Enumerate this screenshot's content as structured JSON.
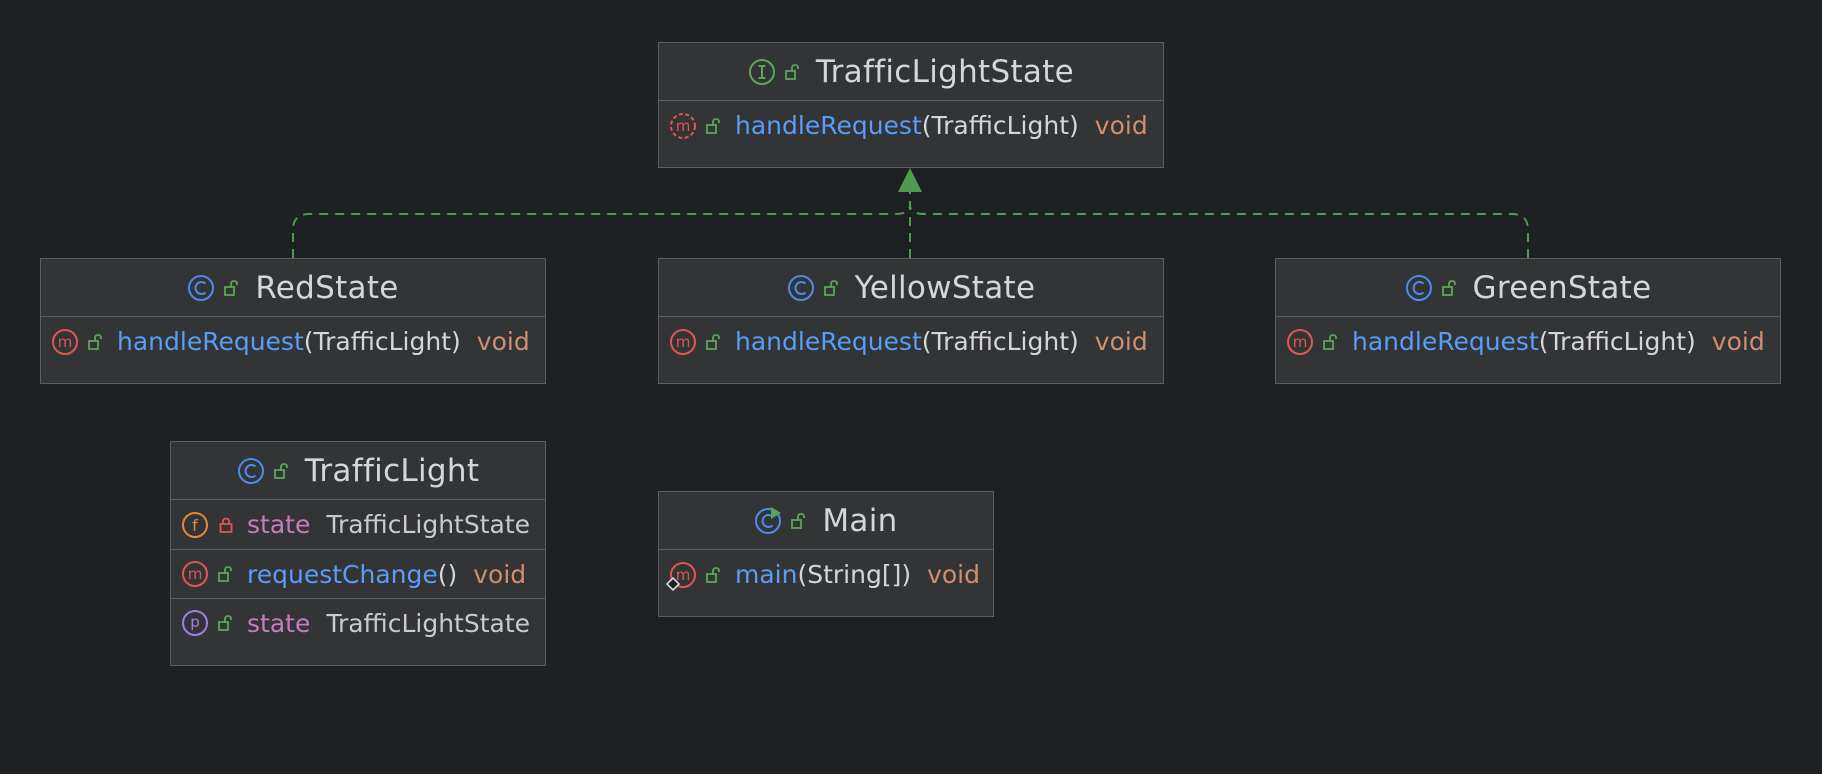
{
  "colors": {
    "background": "#1f2023",
    "node_fill": "#333436",
    "node_border": "#5c5e61",
    "edge": "#4f9a4f",
    "method_name": "#589df6",
    "property_name": "#c77dbb",
    "return_type": "#cf8e6d",
    "text": "#d4d6d9"
  },
  "classes": {
    "traffic_light_state": {
      "name": "TrafficLightState",
      "kind_icon": "interface-icon",
      "visibility_icon": "public-icon",
      "members": [
        {
          "kind_icon": "abstract-method-icon",
          "visibility_icon": "public-icon",
          "name": "handleRequest",
          "params": "(TrafficLight)",
          "type": "void"
        }
      ]
    },
    "red_state": {
      "name": "RedState",
      "kind_icon": "class-icon",
      "visibility_icon": "public-icon",
      "members": [
        {
          "kind_icon": "method-icon",
          "visibility_icon": "public-icon",
          "name": "handleRequest",
          "params": "(TrafficLight)",
          "type": "void"
        }
      ]
    },
    "yellow_state": {
      "name": "YellowState",
      "kind_icon": "class-icon",
      "visibility_icon": "public-icon",
      "members": [
        {
          "kind_icon": "method-icon",
          "visibility_icon": "public-icon",
          "name": "handleRequest",
          "params": "(TrafficLight)",
          "type": "void"
        }
      ]
    },
    "green_state": {
      "name": "GreenState",
      "kind_icon": "class-icon",
      "visibility_icon": "public-icon",
      "members": [
        {
          "kind_icon": "method-icon",
          "visibility_icon": "public-icon",
          "name": "handleRequest",
          "params": "(TrafficLight)",
          "type": "void"
        }
      ]
    },
    "traffic_light": {
      "name": "TrafficLight",
      "kind_icon": "class-icon",
      "visibility_icon": "public-icon",
      "members": [
        {
          "kind_icon": "field-icon",
          "visibility_icon": "private-lock-icon",
          "name": "state",
          "params": "",
          "type": "TrafficLightState"
        },
        {
          "kind_icon": "method-icon",
          "visibility_icon": "public-icon",
          "name": "requestChange",
          "params": "()",
          "type": "void"
        },
        {
          "kind_icon": "property-icon",
          "visibility_icon": "public-icon",
          "name": "state",
          "params": "",
          "type": "TrafficLightState"
        }
      ]
    },
    "main": {
      "name": "Main",
      "kind_icon": "runnable-class-icon",
      "visibility_icon": "public-icon",
      "members": [
        {
          "kind_icon": "static-method-icon",
          "visibility_icon": "public-icon",
          "name": "main",
          "params": "(String[])",
          "type": "void"
        }
      ]
    }
  },
  "relations": [
    {
      "from": "RedState",
      "to": "TrafficLightState",
      "kind": "implements"
    },
    {
      "from": "YellowState",
      "to": "TrafficLightState",
      "kind": "implements"
    },
    {
      "from": "GreenState",
      "to": "TrafficLightState",
      "kind": "implements"
    }
  ]
}
